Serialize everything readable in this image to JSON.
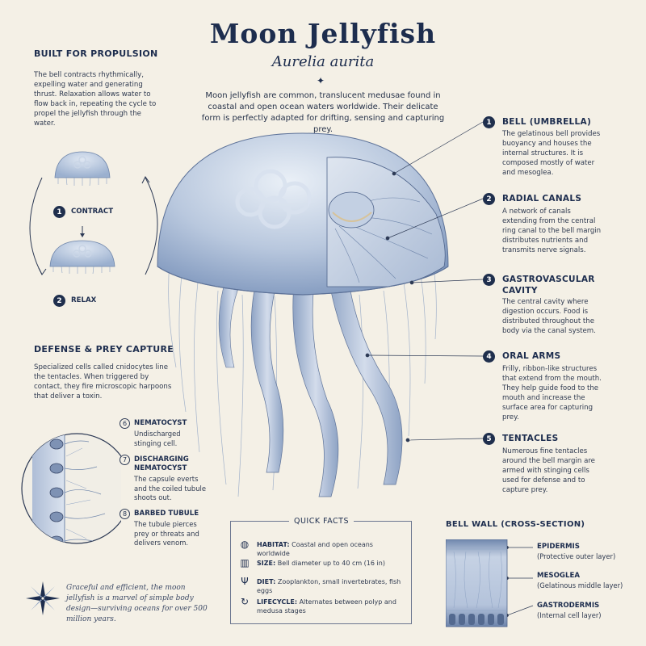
{
  "header": {
    "title": "Moon Jellyfish",
    "subtitle": "Aurelia aurita",
    "intro": "Moon jellyfish are common, translucent medusae found in coastal and open ocean waters worldwide. Their delicate form is perfectly adapted for drifting, sensing and capturing prey."
  },
  "propulsion": {
    "heading": "BUILT FOR PROPULSION",
    "text": "The bell contracts rhythmically, expelling water and generating thrust. Relaxation allows water to flow back in, repeating the cycle to propel the jellyfish through the water.",
    "steps": [
      {
        "num": "1",
        "label": "CONTRACT"
      },
      {
        "num": "2",
        "label": "RELAX"
      }
    ]
  },
  "defense": {
    "heading": "DEFENSE & PREY CAPTURE",
    "text": "Specialized cells called cnidocytes line the tentacles. When triggered by contact, they fire microscopic harpoons that deliver a toxin.",
    "items": [
      {
        "num": "6",
        "title": "NEMATOCYST",
        "text": "Undischarged stinging cell."
      },
      {
        "num": "7",
        "title": "DISCHARGING NEMATOCYST",
        "text": "The capsule everts and the coiled tubule shoots out."
      },
      {
        "num": "8",
        "title": "BARBED TUBULE",
        "text": "The tubule pierces prey or threats and delivers venom."
      }
    ]
  },
  "anatomy": [
    {
      "num": "1",
      "title": "BELL (UMBRELLA)",
      "text": "The gelatinous bell provides buoyancy and houses the internal structures. It is composed mostly of water and mesoglea."
    },
    {
      "num": "2",
      "title": "RADIAL CANALS",
      "text": "A network of canals extending from the central ring canal to the bell margin distributes nutrients and transmits nerve signals."
    },
    {
      "num": "3",
      "title": "GASTROVASCULAR CAVITY",
      "text": "The central cavity where digestion occurs. Food is distributed throughout the body via the canal system."
    },
    {
      "num": "4",
      "title": "ORAL ARMS",
      "text": "Frilly, ribbon-like structures that extend from the mouth. They help guide food to the mouth and increase the surface area for capturing prey."
    },
    {
      "num": "5",
      "title": "TENTACLES",
      "text": "Numerous fine tentacles around the bell margin are armed with stinging cells used for defense and to capture prey."
    }
  ],
  "quick_facts": {
    "heading": "QUICK FACTS",
    "rows": [
      {
        "icon": "globe-icon",
        "label": "HABITAT:",
        "text": "Coastal and open oceans worldwide"
      },
      {
        "icon": "ruler-icon",
        "label": "SIZE:",
        "text": "Bell diameter up to 40 cm (16 in)"
      },
      {
        "icon": "utensils-icon",
        "label": "DIET:",
        "text": "Zooplankton, small invertebrates, fish eggs"
      },
      {
        "icon": "cycle-icon",
        "label": "LIFECYCLE:",
        "text": "Alternates between polyp and medusa stages"
      }
    ]
  },
  "bell_wall": {
    "heading": "BELL WALL (CROSS-SECTION)",
    "layers": [
      {
        "title": "EPIDERMIS",
        "text": "(Protective outer layer)"
      },
      {
        "title": "MESOGLEA",
        "text": "(Gelatinous middle layer)"
      },
      {
        "title": "GASTRODERMIS",
        "text": "(Internal cell layer)"
      }
    ]
  },
  "quote": "Graceful and efficient, the moon jellyfish is a marvel of simple body design—surviving oceans for over 500 million years.",
  "colors": {
    "ink": "#1d2d4e",
    "background": "#f4f0e6",
    "jelly": "#8fa6c8"
  }
}
